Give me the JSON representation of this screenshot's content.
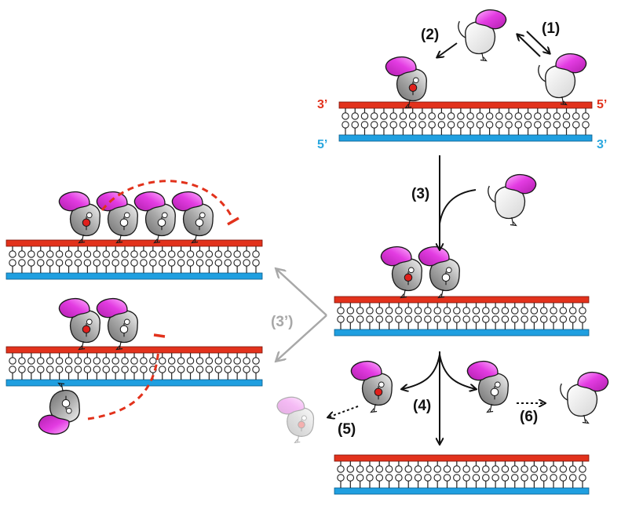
{
  "diagram": {
    "strand_labels": {
      "top_left": "3’",
      "top_right": "5’",
      "bottom_left": "5’",
      "bottom_right": "3’"
    },
    "steps": {
      "s1": "(1)",
      "s2": "(2)",
      "s3": "(3)",
      "s3p": "(3’)",
      "s4": "(4)",
      "s5": "(5)",
      "s6": "(6)"
    }
  },
  "colors": {
    "strand_top": "#e2321c",
    "strand_bottom": "#1f9fe0",
    "protein_head": "#e23ae2",
    "protein_head_light": "#ff9cff",
    "protein_body": "#b9b9b9",
    "protein_body_light": "#f3f3f3",
    "active_site": "#e0201c",
    "inhibition": "#e2321c",
    "label_black": "#111111",
    "label_gray": "#a8a8a8",
    "arrow_gray": "#a8a8a8",
    "end_red": "#e2321c",
    "end_blue": "#2aa7df"
  }
}
